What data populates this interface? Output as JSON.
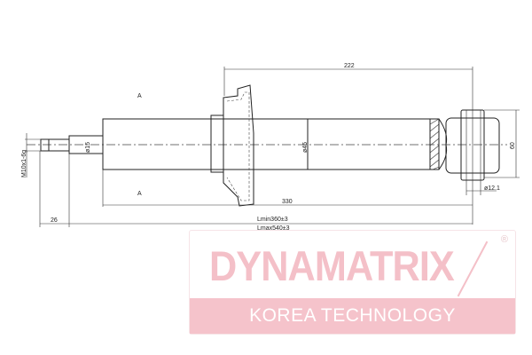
{
  "drawing": {
    "section_mark_top": "A",
    "section_mark_bottom": "A",
    "dim_thread": "M10x1-6g",
    "dim_rod_diameter": "ø15",
    "dim_body_diameter": "ø45",
    "dim_upper_length": "222",
    "dim_eye_height": "60",
    "dim_eye_bore": "ø12.1",
    "dim_body_length": "330",
    "dim_thread_length": "26",
    "dim_lmin": "Lmin360±3",
    "dim_lmax": "Lmax540±3"
  },
  "logo": {
    "brand": "DYNAMATRIX",
    "registered": "®",
    "tagline": "KOREA TECHNOLOGY",
    "color": "#f4c0c8"
  }
}
